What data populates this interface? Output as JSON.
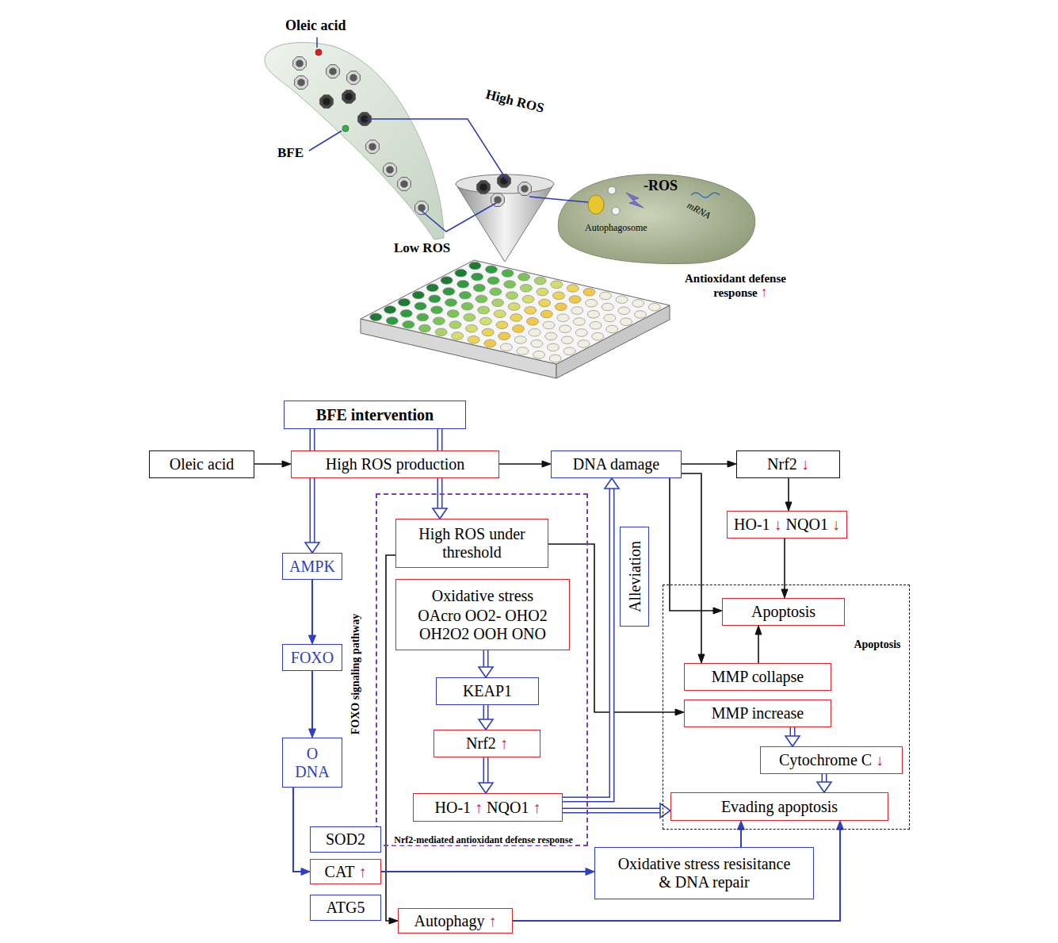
{
  "diagram": {
    "nodes": [
      {
        "text": [
          "BFE intervention"
        ]
      },
      {
        "text": [
          "Oleic acid"
        ]
      },
      {
        "text": [
          "High ROS production"
        ]
      },
      {
        "text": [
          "DNA damage"
        ]
      },
      {
        "text": [
          "Nrf2",
          "↓"
        ]
      },
      {
        "text": [
          "AMPK"
        ]
      },
      {
        "text": [
          "FOXO"
        ]
      },
      {
        "text": [
          "O DNA"
        ]
      },
      {
        "text": [
          "Nrf2-mediated antioxidant defense response"
        ]
      },
      {
        "text": [
          "High ROS under threshold"
        ],
        "in": 8
      },
      {
        "text": [
          "Oxidative stress",
          "OAcro OO2- OHO2 OH2O2 OOH ONO"
        ],
        "in": 8
      },
      {
        "text": [
          "KEAP1"
        ],
        "in": 8
      },
      {
        "text": [
          "Nrf2",
          "↑"
        ],
        "in": 8
      },
      {
        "text": [
          "HO-1",
          "↑",
          "NQO1",
          "↑"
        ],
        "in": 8
      },
      {
        "text": [
          "Alleviation"
        ]
      },
      {
        "text": [
          "HO-1",
          "↓",
          "NQO1",
          "↓"
        ]
      },
      {
        "text": [
          "Apoptosis"
        ]
      },
      {
        "text": [
          "Apoptosis"
        ],
        "in": 16
      },
      {
        "text": [
          "MMP collapse"
        ],
        "in": 16
      },
      {
        "text": [
          "MMP increase"
        ],
        "in": 16
      },
      {
        "text": [
          "Cytochrome C",
          "↓"
        ],
        "in": 16
      },
      {
        "text": [
          "Evading apoptosis"
        ],
        "in": 16
      },
      {
        "text": [
          "SOD2"
        ]
      },
      {
        "text": [
          "CAT",
          "↑"
        ]
      },
      {
        "text": [
          "ATG5"
        ]
      },
      {
        "text": [
          "Oxidative stress resisitance & DNA repair"
        ]
      },
      {
        "text": [
          "Autophagy",
          "↑"
        ]
      }
    ],
    "edges": [
      {
        "from": 1,
        "to": 2,
        "arrow": "to"
      },
      {
        "from": 2,
        "to": 3,
        "arrow": "to"
      },
      {
        "from": 3,
        "to": 4,
        "arrow": "to"
      },
      {
        "from": 4,
        "to": 15,
        "arrow": "to"
      },
      {
        "from": 15,
        "to": 17,
        "arrow": "to"
      },
      {
        "from": 3,
        "to": 17,
        "arrow": "to"
      },
      {
        "from": 3,
        "to": 18,
        "arrow": "to"
      },
      {
        "from": 18,
        "to": 17,
        "arrow": "to"
      },
      {
        "from": 0,
        "to": 5,
        "arrow": "to"
      },
      {
        "from": 0,
        "to": 9,
        "arrow": "to"
      },
      {
        "from": 5,
        "to": 6,
        "arrow": "to"
      },
      {
        "from": 6,
        "to": 7,
        "arrow": "to"
      },
      {
        "from": 7,
        "to": 23,
        "arrow": "to"
      },
      {
        "from": 9,
        "to": 19,
        "arrow": "to"
      },
      {
        "from": 9,
        "to": 26,
        "arrow": "to"
      },
      {
        "from": 10,
        "to": 11,
        "arrow": "to"
      },
      {
        "from": 11,
        "to": 12,
        "arrow": "to"
      },
      {
        "from": 12,
        "to": 13,
        "arrow": "to"
      },
      {
        "from": 13,
        "to": 3,
        "arrow": "to"
      },
      {
        "from": 13,
        "to": 21,
        "arrow": "to"
      },
      {
        "from": 19,
        "to": 20,
        "arrow": "to"
      },
      {
        "from": 20,
        "to": 21,
        "arrow": "to"
      },
      {
        "from": 23,
        "to": 25,
        "arrow": "to"
      },
      {
        "from": 25,
        "to": 21,
        "arrow": "to"
      },
      {
        "from": 26,
        "to": 21,
        "arrow": "to"
      }
    ],
    "labels": [
      "Oleic acid",
      "BFE",
      "High ROS",
      "Low ROS",
      "-ROS",
      "Autophagosome",
      "mRNA",
      "Antioxidant defense response",
      "↑",
      "FOXO signaling pathway"
    ]
  }
}
